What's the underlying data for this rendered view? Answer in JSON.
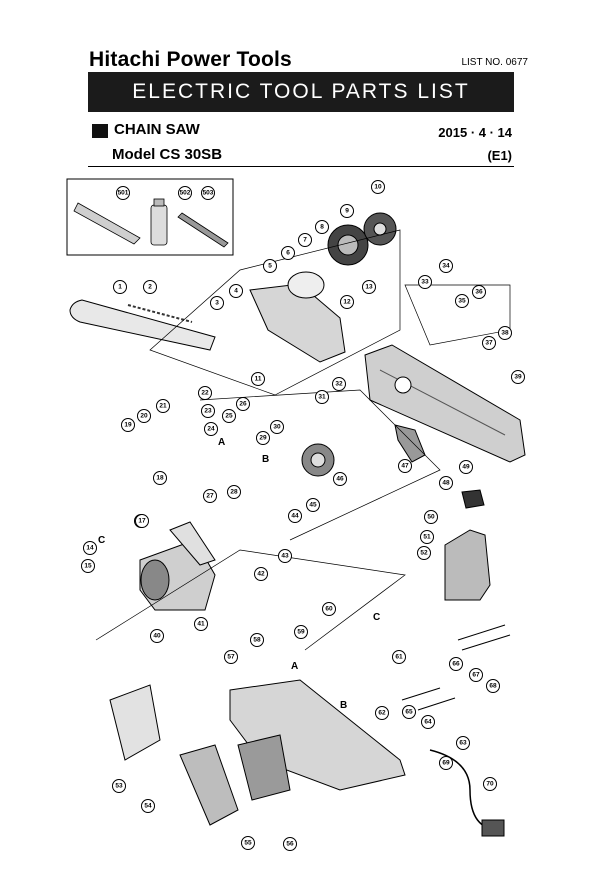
{
  "header": {
    "brand": "Hitachi Power Tools",
    "list_no": "LIST NO. 0677",
    "banner": "ELECTRIC TOOL PARTS LIST",
    "product": "CHAIN SAW",
    "model": "Model CS 30SB",
    "date": "2015 · 4 · 14",
    "edition": "(E1)"
  },
  "callouts": [
    "501",
    "502",
    "503",
    "1",
    "2",
    "3",
    "4",
    "5",
    "6",
    "7",
    "8",
    "9",
    "10",
    "11",
    "12",
    "13",
    "14",
    "15",
    "16",
    "17",
    "18",
    "19",
    "20",
    "21",
    "22",
    "23",
    "24",
    "25",
    "26",
    "27",
    "28",
    "29",
    "30",
    "31",
    "32",
    "33",
    "34",
    "35",
    "36",
    "37",
    "38",
    "39",
    "40",
    "41",
    "42",
    "43",
    "44",
    "45",
    "46",
    "47",
    "48",
    "49",
    "50",
    "51",
    "52",
    "53",
    "54",
    "55",
    "56",
    "57",
    "58",
    "59",
    "60",
    "61",
    "62",
    "63",
    "64",
    "65",
    "66",
    "67",
    "68",
    "69",
    "70"
  ],
  "letters": [
    "A",
    "B",
    "C"
  ]
}
